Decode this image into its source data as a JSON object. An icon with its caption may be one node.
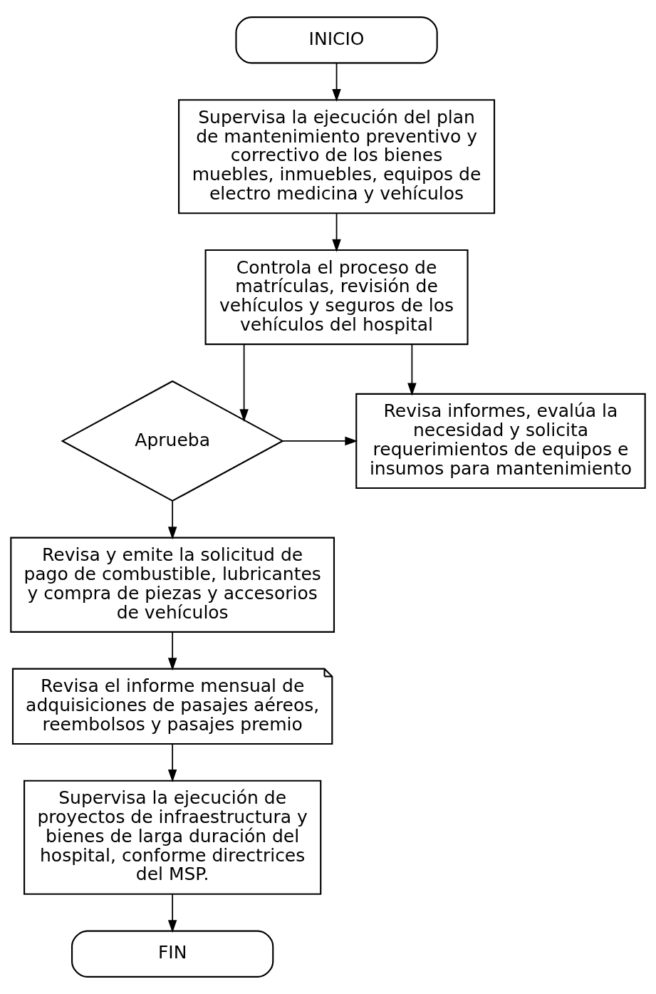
{
  "diagram": {
    "nodes": [
      {
        "text": [
          "INICIO"
        ]
      },
      {
        "text": [
          "Supervisa la ejecución del plan de mantenimiento preventivo y correctivo de los bienes muebles, inmuebles, equipos de electro medicina y vehículos"
        ]
      },
      {
        "text": [
          "Controla el proceso de matrículas, revisión de vehículos y seguros de los vehículos del hospital"
        ]
      },
      {
        "text": [
          "Aprueba"
        ]
      },
      {
        "text": [
          "Revisa informes, evalúa la necesidad y solicita requerimientos de equipos e insumos para mantenimiento"
        ]
      },
      {
        "text": [
          "Revisa y emite la solicitud de pago de combustible, lubricantes y compra de piezas y accesorios de vehículos"
        ]
      },
      {
        "text": [
          "Revisa el informe mensual de adquisiciones de pasajes aéreos, reembolsos y pasajes premio"
        ]
      },
      {
        "text": [
          "Supervisa la ejecución de proyectos de infraestructura y bienes de larga duración del hospital, conforme directrices del MSP."
        ]
      },
      {
        "text": [
          "FIN"
        ]
      }
    ],
    "edges": [
      {
        "from": 0,
        "to": 1,
        "arrow": "to"
      },
      {
        "from": 1,
        "to": 2,
        "arrow": "to"
      },
      {
        "from": 2,
        "to": 3,
        "arrow": "to"
      },
      {
        "from": 2,
        "to": 4,
        "arrow": "to"
      },
      {
        "from": 3,
        "to": 4,
        "arrow": "to"
      },
      {
        "from": 3,
        "to": 5,
        "arrow": "to"
      },
      {
        "from": 5,
        "to": 6,
        "arrow": "to"
      },
      {
        "from": 6,
        "to": 7,
        "arrow": "to"
      },
      {
        "from": 7,
        "to": 8,
        "arrow": "to"
      }
    ]
  }
}
